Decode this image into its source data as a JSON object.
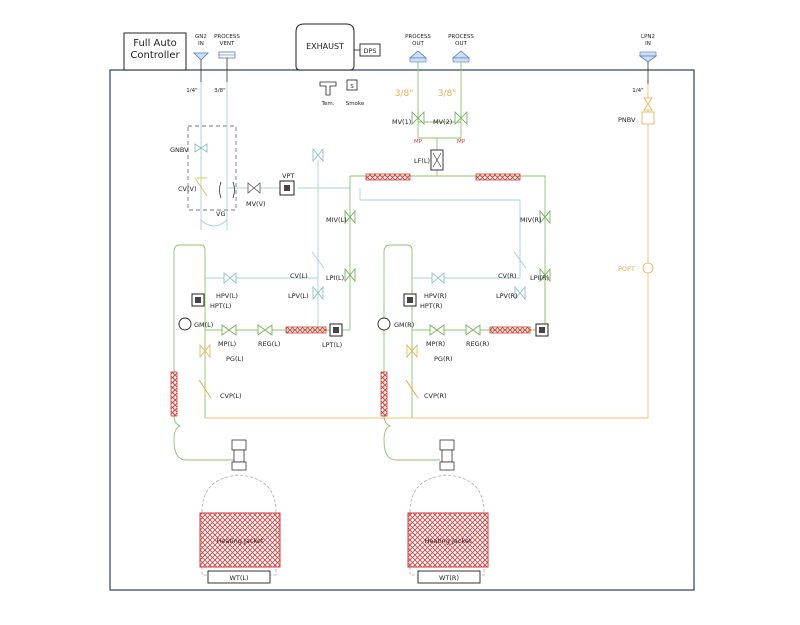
{
  "colors": {
    "frame": "#2b3f6b",
    "line_black": "#222222",
    "gas_line": "#a8d2d4",
    "liquid_line": "#8cc56a",
    "lpn2_line": "#f4c46a",
    "heater": "#d23a3a",
    "ports": "#4f7ac8"
  },
  "controller": {
    "line1": "Full Auto",
    "line2": "Controller"
  },
  "ports": {
    "gn2_in": {
      "line1": "GN2",
      "line2": "IN"
    },
    "process_vent": {
      "line1": "PROCESS",
      "line2": "VENT"
    },
    "process_out_1": {
      "line1": "PROCESS",
      "line2": "OUT"
    },
    "process_out_2": {
      "line1": "PROCESS",
      "line2": "OUT"
    },
    "lpn2_in": {
      "line1": "LPN2",
      "line2": "IN"
    }
  },
  "exhaust": {
    "label": "EXHAUST",
    "dps": "DPS",
    "tem": "Tem.",
    "smoke": "Smoke",
    "smoke_box": "S"
  },
  "sizes": {
    "gn2": "1/4\"",
    "vent": "3/8\"",
    "out1": "3/8\"",
    "out2": "3/8\"",
    "lpn2": "1/4\""
  },
  "labels": {
    "gnbv": "GNBV",
    "cvv": "CV(V)",
    "vg": "VG",
    "mvv": "MV(V)",
    "vpt": "VPT",
    "mv1": "MV(1)",
    "mv2": "MV(2)",
    "mp1": "MP",
    "mp2": "MP",
    "lfl": "LF(L)",
    "mivl": "MIV(L)",
    "mivr": "MIV(R)",
    "pnbv": "PNBV",
    "popt": "POPT",
    "cvl": "CV(L)",
    "lpvl": "LPV(L)",
    "lpll": "LPI(L)",
    "hpvl": "HPV(L)",
    "hptl": "HPT(L)",
    "gml": "GM(L)",
    "mpl": "MP(L)",
    "regl": "REG(L)",
    "lptl": "LPT(L)",
    "pgl": "PG(L)",
    "cvpl": "CVP(L)",
    "cvr": "CV(R)",
    "lpvr": "LPV(R)",
    "lplr": "LPI(R)",
    "hpvr": "HPV(R)",
    "hptr": "HPT(R)",
    "gmr": "GM(R)",
    "mpr": "MP(R)",
    "regr": "REG(R)",
    "pgr": "PG(R)",
    "cvpr": "CVP(R)",
    "jacket_l": "Heating Jacket",
    "jacket_r": "Heating Jacket",
    "wt_l": "WT(L)",
    "wt_r": "WT(R)"
  }
}
